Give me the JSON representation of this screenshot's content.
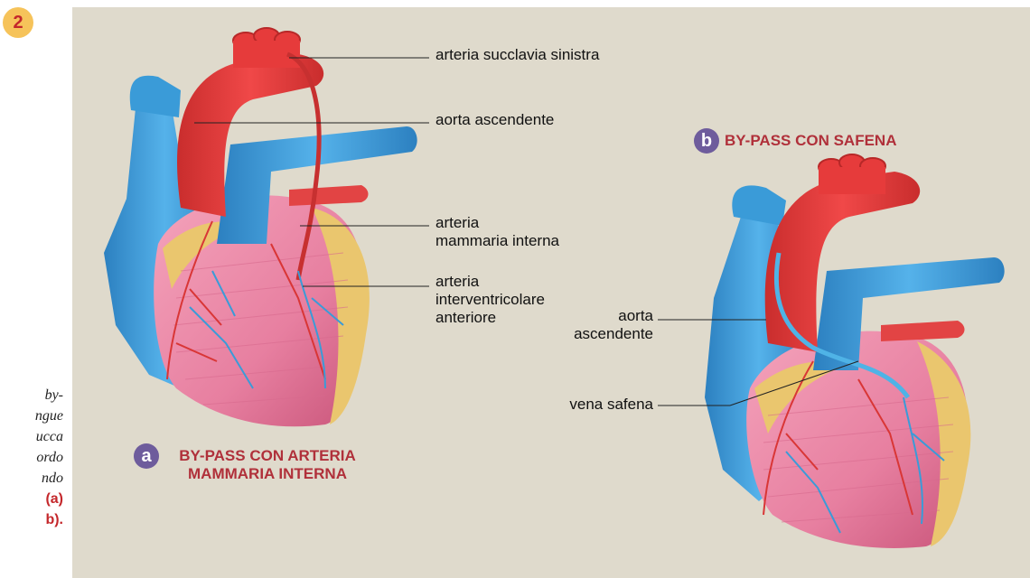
{
  "figure": {
    "number": "2",
    "caption_lines": [
      "by-",
      "ngue",
      "ucca",
      "ordo",
      "ndo"
    ],
    "caption_ref_a": "(a)",
    "caption_ref_b": "b).",
    "colors": {
      "aorta": "#e63b3b",
      "vein": "#3a9bd8",
      "heart_muscle": "#e77fa0",
      "fat": "#eac66e",
      "title": "#b0303a",
      "badge_letter": "#6e5c9c",
      "panel": "#dfdacc"
    }
  },
  "panel_a": {
    "badge": "a",
    "title_line1": "BY-PASS CON ARTERIA",
    "title_line2": "MAMMARIA INTERNA",
    "labels": {
      "succlavia": "arteria succlavia sinistra",
      "aorta": "aorta ascendente",
      "mammaria_1": "arteria",
      "mammaria_2": "mammaria interna",
      "interv_1": "arteria",
      "interv_2": "interventricolare",
      "interv_3": "anteriore"
    }
  },
  "panel_b": {
    "badge": "b",
    "title": "BY-PASS CON SAFENA",
    "labels": {
      "aorta_1": "aorta",
      "aorta_2": "ascendente",
      "safena": "vena safena"
    }
  }
}
